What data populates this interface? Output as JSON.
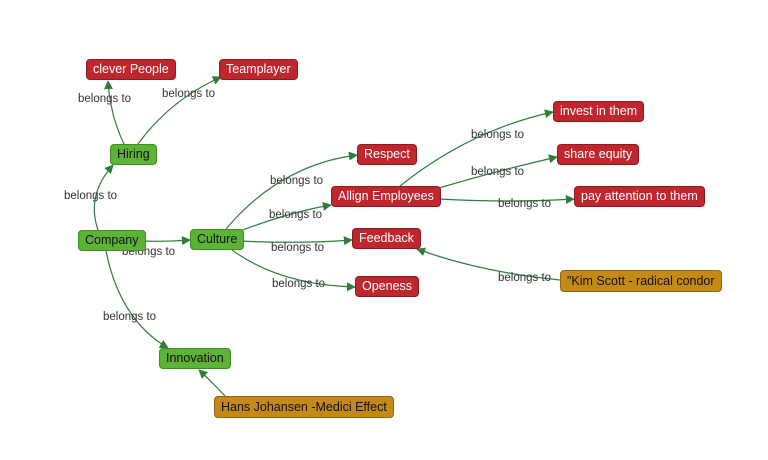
{
  "diagram": {
    "nodes": [
      {
        "id": "company",
        "label": "Company",
        "kind": "green"
      },
      {
        "id": "hiring",
        "label": "Hiring",
        "kind": "green"
      },
      {
        "id": "culture",
        "label": "Culture",
        "kind": "green"
      },
      {
        "id": "innovation",
        "label": "Innovation",
        "kind": "green"
      },
      {
        "id": "clever-people",
        "label": "clever People",
        "kind": "red"
      },
      {
        "id": "teamplayer",
        "label": "Teamplayer",
        "kind": "red"
      },
      {
        "id": "respect",
        "label": "Respect",
        "kind": "red"
      },
      {
        "id": "allign-employees",
        "label": "Allign Employees",
        "kind": "red"
      },
      {
        "id": "feedback",
        "label": "Feedback",
        "kind": "red"
      },
      {
        "id": "openess",
        "label": "Openess",
        "kind": "red"
      },
      {
        "id": "invest-in-them",
        "label": "invest in them",
        "kind": "red"
      },
      {
        "id": "share-equity",
        "label": "share equity",
        "kind": "red"
      },
      {
        "id": "pay-attention-to-them",
        "label": "pay attention to them",
        "kind": "red"
      },
      {
        "id": "kim-scott",
        "label": "\"Kim Scott - radical condor",
        "kind": "gold"
      },
      {
        "id": "hans-johansen",
        "label": "Hans Johansen -Medici Effect",
        "kind": "gold"
      }
    ],
    "edges": [
      {
        "from": "hiring",
        "to": "clever-people",
        "label": "belongs to"
      },
      {
        "from": "hiring",
        "to": "teamplayer",
        "label": "belongs to"
      },
      {
        "from": "company",
        "to": "hiring",
        "label": "belongs to"
      },
      {
        "from": "company",
        "to": "culture",
        "label": "belongs to"
      },
      {
        "from": "company",
        "to": "innovation",
        "label": "belongs to"
      },
      {
        "from": "culture",
        "to": "respect",
        "label": "belongs to"
      },
      {
        "from": "culture",
        "to": "allign-employees",
        "label": "belongs to"
      },
      {
        "from": "culture",
        "to": "feedback",
        "label": "belongs to"
      },
      {
        "from": "culture",
        "to": "openess",
        "label": "belongs to"
      },
      {
        "from": "allign-employees",
        "to": "invest-in-them",
        "label": "belongs to"
      },
      {
        "from": "allign-employees",
        "to": "share-equity",
        "label": "belongs to"
      },
      {
        "from": "allign-employees",
        "to": "pay-attention-to-them",
        "label": "belongs to"
      },
      {
        "from": "kim-scott",
        "to": "feedback",
        "label": "belongs to"
      },
      {
        "from": "hans-johansen",
        "to": "innovation",
        "label": "belongs to"
      }
    ],
    "colors": {
      "concept_fill": "#5cb336",
      "attribute_fill": "#c0262e",
      "source_fill": "#c48a17",
      "edge": "#2e7d3a"
    }
  }
}
